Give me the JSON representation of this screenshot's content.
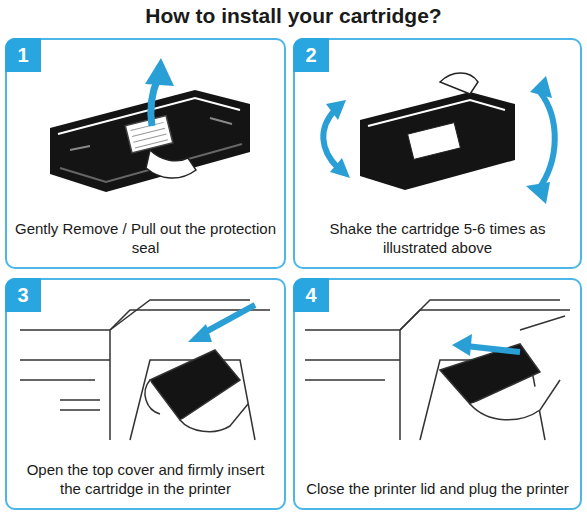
{
  "diagram": {
    "title": "How to install your cartridge?",
    "nodes": [
      {
        "text": [
          "Gently Remove / Pull out the protection seal"
        ]
      },
      {
        "text": [
          "1"
        ],
        "in": 0
      },
      {
        "text": [
          "Shake the cartridge 5-6 times as illustrated above"
        ]
      },
      {
        "text": [
          "2"
        ],
        "in": 2
      },
      {
        "text": [
          "Open the top cover and firmly insert the cartridge in the printer"
        ]
      },
      {
        "text": [
          "3"
        ],
        "in": 4
      },
      {
        "text": [
          "Close the printer lid and plug the printer"
        ]
      },
      {
        "text": [
          "4"
        ],
        "in": 6
      }
    ]
  }
}
